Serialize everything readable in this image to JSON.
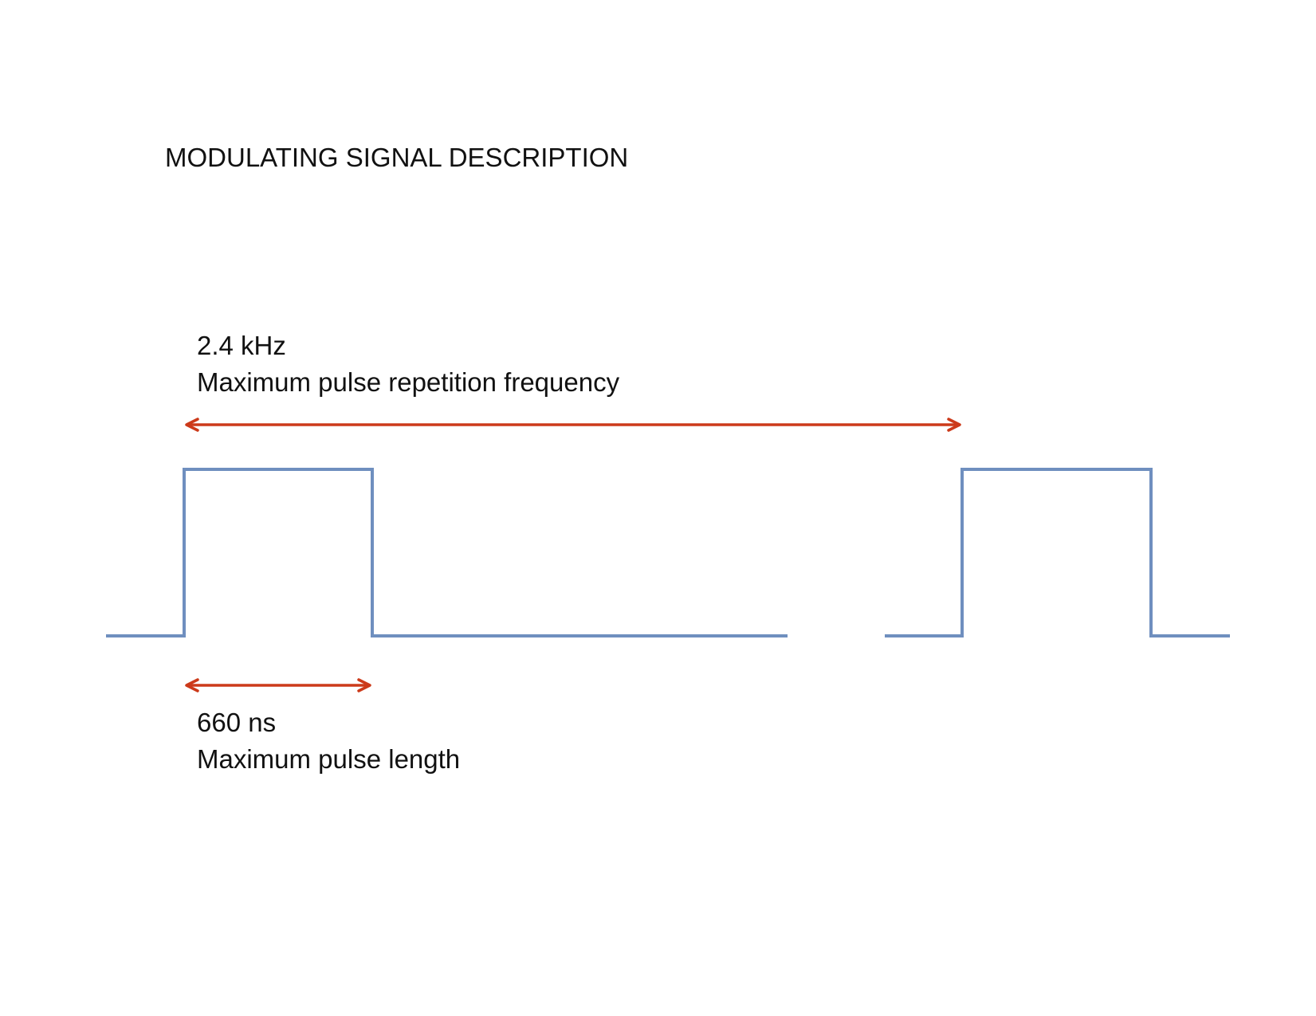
{
  "title": "MODULATING SIGNAL DESCRIPTION",
  "annotations": {
    "repetition": {
      "value": "2.4 kHz",
      "label": "Maximum pulse repetition frequency"
    },
    "pulse_length": {
      "value": "660 ns",
      "label": "Maximum pulse length"
    }
  },
  "colors": {
    "signal": "#6f8fbf",
    "arrow": "#cc3a1a",
    "text": "#111111"
  }
}
